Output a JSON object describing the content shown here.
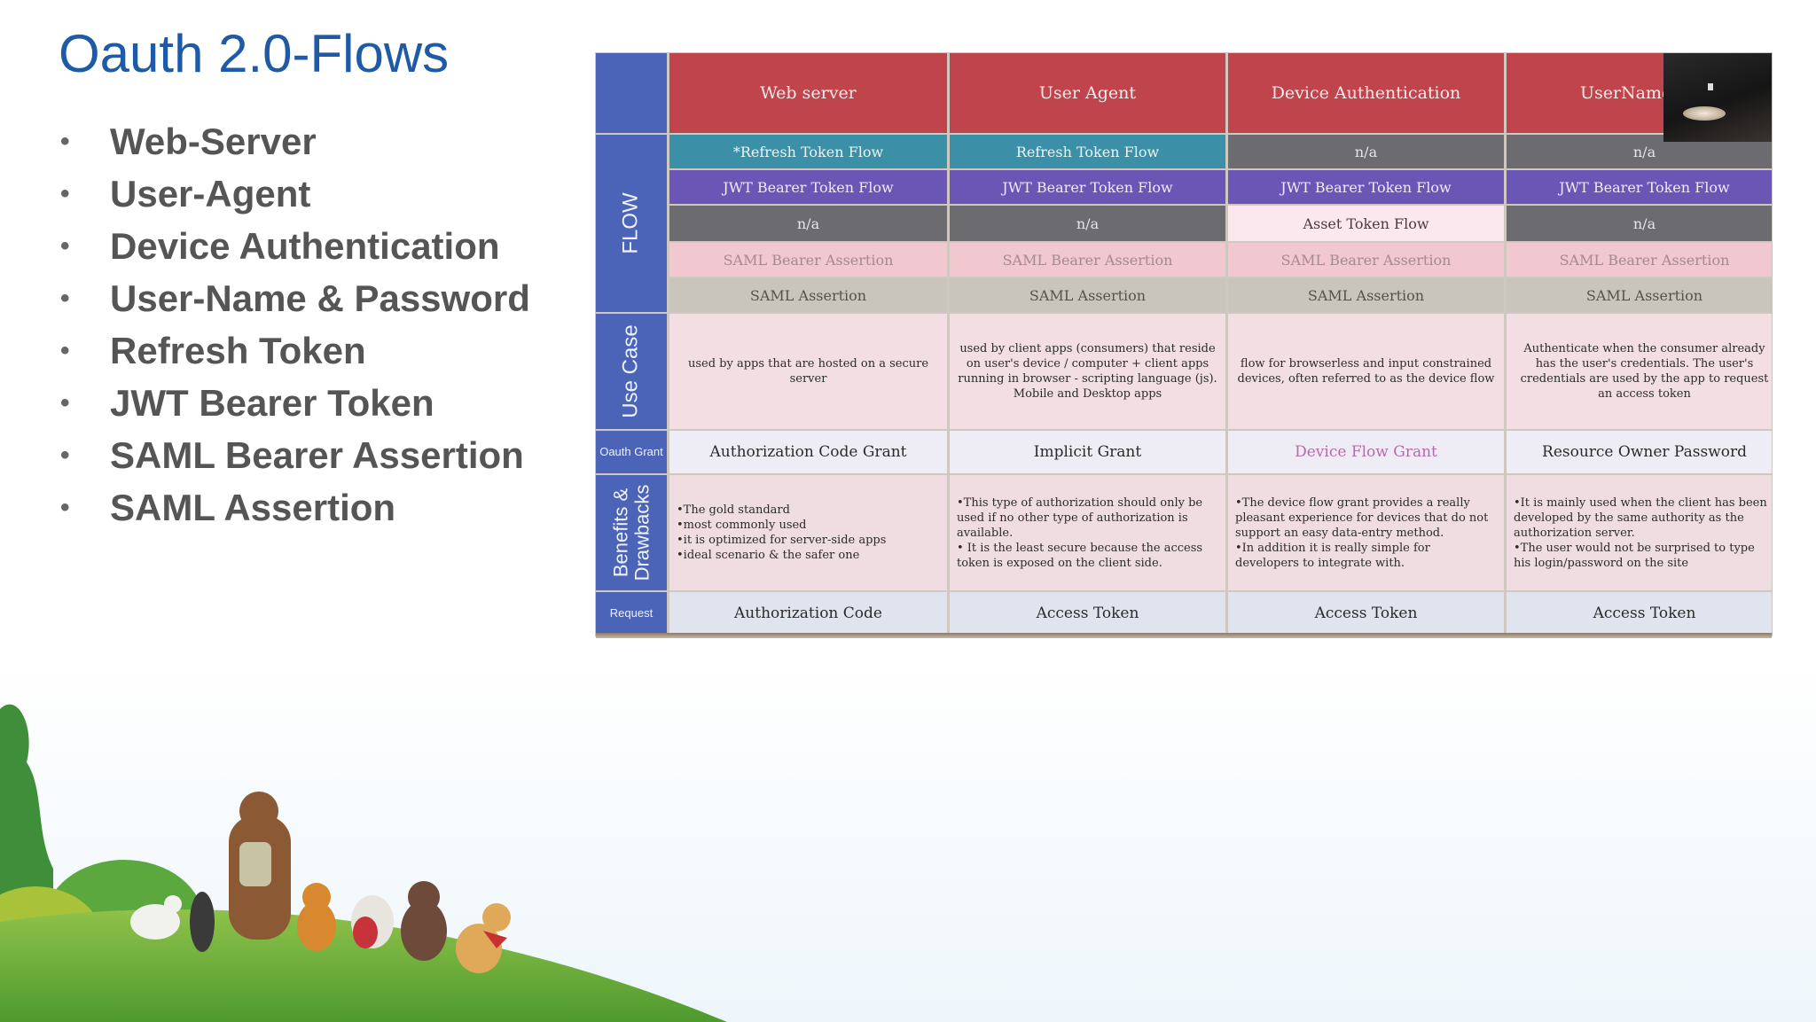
{
  "slide": {
    "title": "Oauth 2.0-Flows",
    "bullets": [
      "Web-Server",
      "User-Agent",
      "Device Authentication",
      "User-Name & Password",
      "Refresh Token",
      "JWT Bearer Token",
      "SAML Bearer Assertion",
      "SAML Assertion"
    ]
  },
  "table": {
    "side_labels": {
      "flow": "FLOW",
      "use_case": "Use Case",
      "oauth_grant": "Oauth Grant",
      "benefits": "Benefits & Drawbacks",
      "request": "Request"
    },
    "headers": [
      "Web server",
      "User Agent",
      "Device Authentication",
      "UserName & P"
    ],
    "flow_rows": [
      [
        "*Refresh Token Flow",
        "Refresh Token Flow",
        "n/a",
        "n/a"
      ],
      [
        "JWT Bearer Token Flow",
        "JWT Bearer Token Flow",
        "JWT Bearer Token Flow",
        "JWT Bearer Token Flow"
      ],
      [
        "n/a",
        "n/a",
        "Asset Token Flow",
        "n/a"
      ],
      [
        "SAML Bearer Assertion",
        "SAML Bearer Assertion",
        "SAML Bearer Assertion",
        "SAML Bearer Assertion"
      ],
      [
        "SAML Assertion",
        "SAML Assertion",
        "SAML Assertion",
        "SAML Assertion"
      ]
    ],
    "use_case": [
      "used by apps that are hosted on a secure server",
      "used by client apps (consumers) that reside on user's device / computer + client apps running in browser - scripting language (js). Mobile and Desktop apps",
      "flow for browserless and input constrained devices, often referred to as the device flow",
      "Authenticate when the consumer already has the user's credentials. The user's credentials are used by the app to request an access token"
    ],
    "grant": [
      "Authorization Code Grant",
      "Implicit Grant",
      "Device Flow Grant",
      "Resource Owner Password"
    ],
    "benefits": [
      [
        "•The gold standard",
        "•most commonly used",
        "•it is optimized for server-side apps",
        "•ideal scenario & the safer one"
      ],
      [
        "•This type of authorization should only be used if no other type of authorization is available.",
        "• It is the least secure because the access token is exposed on the client side."
      ],
      [
        "•The device flow grant provides a really pleasant experience for devices that do not support an easy data-entry method.",
        "•In addition it is really simple for developers to integrate with."
      ],
      [
        "•It is mainly used when the client has been developed by the same authority as the authorization server.",
        "•The user would not be surprised to type his login/password on the site"
      ]
    ],
    "request": [
      "Authorization Code",
      "Access Token",
      "Access Token",
      "Access Token"
    ]
  },
  "colors": {
    "title": "#1f5aa6",
    "bullet_text": "#555555",
    "header_red": "#c0444c",
    "side_blue": "#4b64b8",
    "refresh_teal": "#3b8fa6",
    "jwt_purple": "#6a56b5"
  }
}
